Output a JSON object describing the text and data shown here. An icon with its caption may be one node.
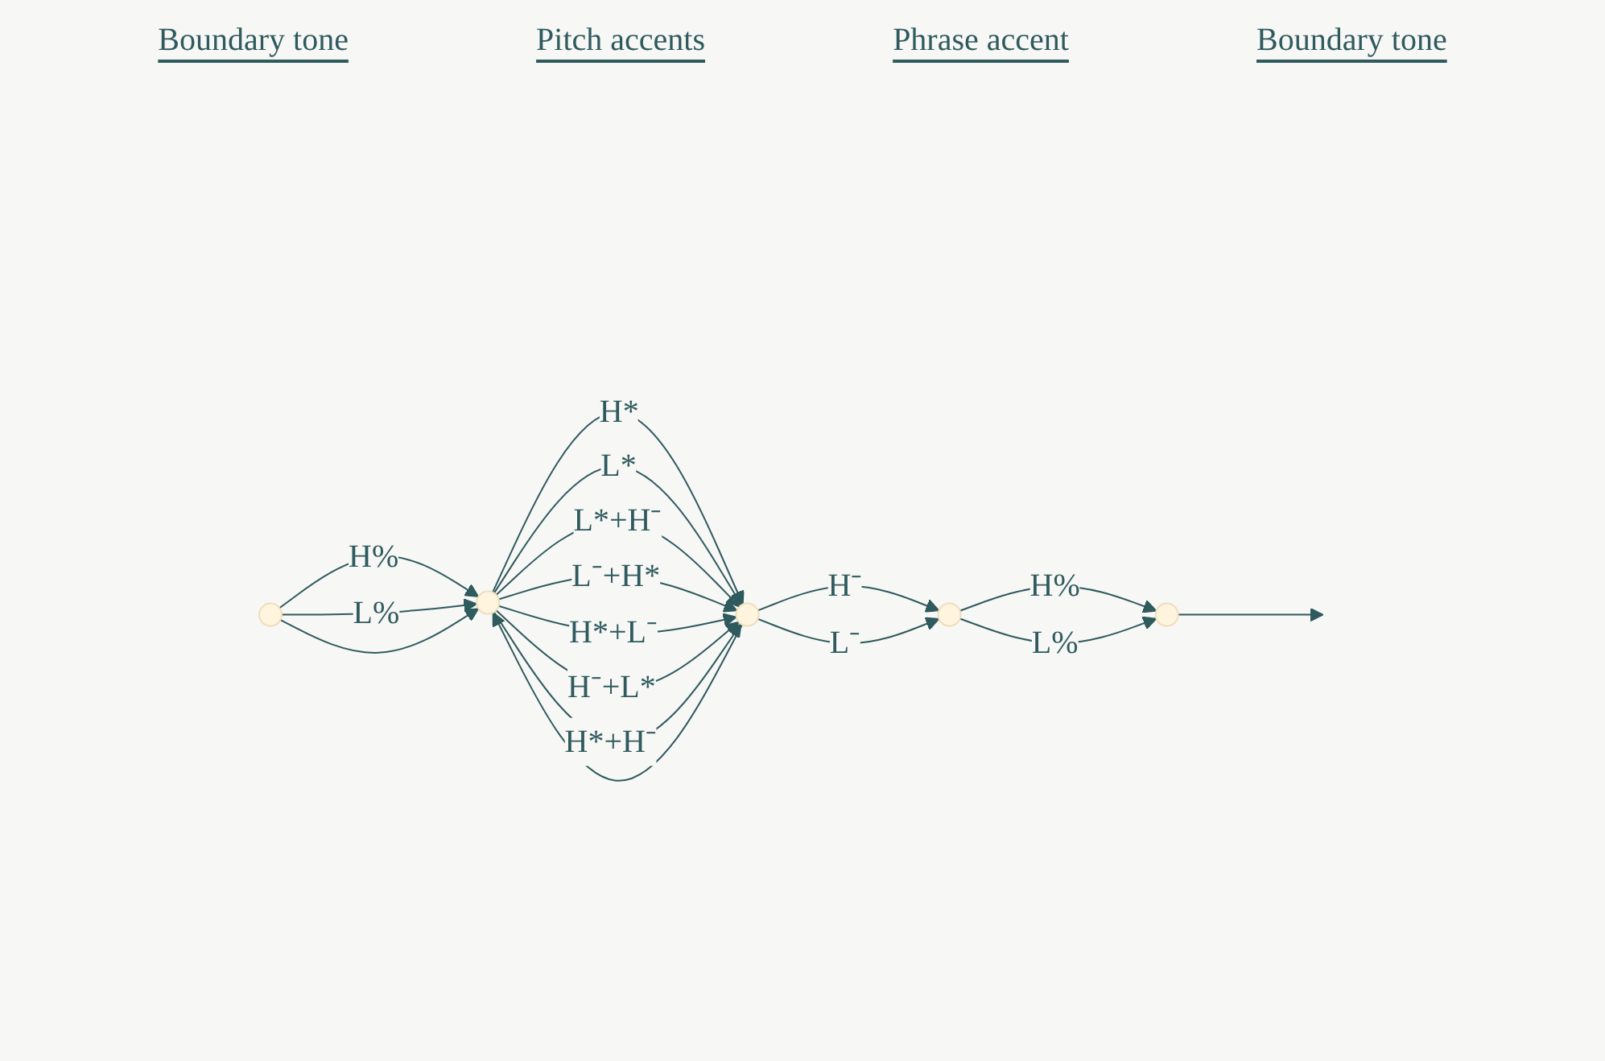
{
  "diagram": {
    "nodes": [
      {
        "text": [],
        "shape": "circle"
      },
      {
        "text": [],
        "shape": "circle"
      },
      {
        "text": [],
        "shape": "circle"
      },
      {
        "text": [],
        "shape": "circle"
      },
      {
        "text": [],
        "shape": "circle"
      }
    ],
    "edges": [
      {
        "from": 0,
        "to": 1,
        "arrow": "to",
        "label": "H%"
      },
      {
        "from": 0,
        "to": 1,
        "arrow": "to",
        "label": "L%"
      },
      {
        "from": 0,
        "to": 1,
        "arrow": "to"
      },
      {
        "from": 1,
        "to": 2,
        "arrow": "to",
        "label": "H*"
      },
      {
        "from": 1,
        "to": 2,
        "arrow": "to",
        "label": "L*"
      },
      {
        "from": 1,
        "to": 2,
        "arrow": "to",
        "label": "L*+H⁻"
      },
      {
        "from": 1,
        "to": 2,
        "arrow": "to",
        "label": "L⁻+H*"
      },
      {
        "from": 1,
        "to": 2,
        "arrow": "to",
        "label": "H*+L⁻"
      },
      {
        "from": 1,
        "to": 2,
        "arrow": "to",
        "label": "H⁻+L*"
      },
      {
        "from": 1,
        "to": 2,
        "arrow": "to",
        "label": "H*+H⁻"
      },
      {
        "from": 2,
        "to": 1,
        "arrow": "to"
      },
      {
        "from": 2,
        "to": 3,
        "arrow": "to",
        "label": "H⁻"
      },
      {
        "from": 2,
        "to": 3,
        "arrow": "to",
        "label": "L⁻"
      },
      {
        "from": 3,
        "to": 4,
        "arrow": "to",
        "label": "H%"
      },
      {
        "from": 3,
        "to": 4,
        "arrow": "to",
        "label": "L%"
      },
      {
        "from": 4,
        "to": null,
        "arrow": "to"
      }
    ],
    "labels": [
      "Boundary tone",
      "Pitch accents",
      "Phrase accent",
      "Boundary tone"
    ]
  }
}
